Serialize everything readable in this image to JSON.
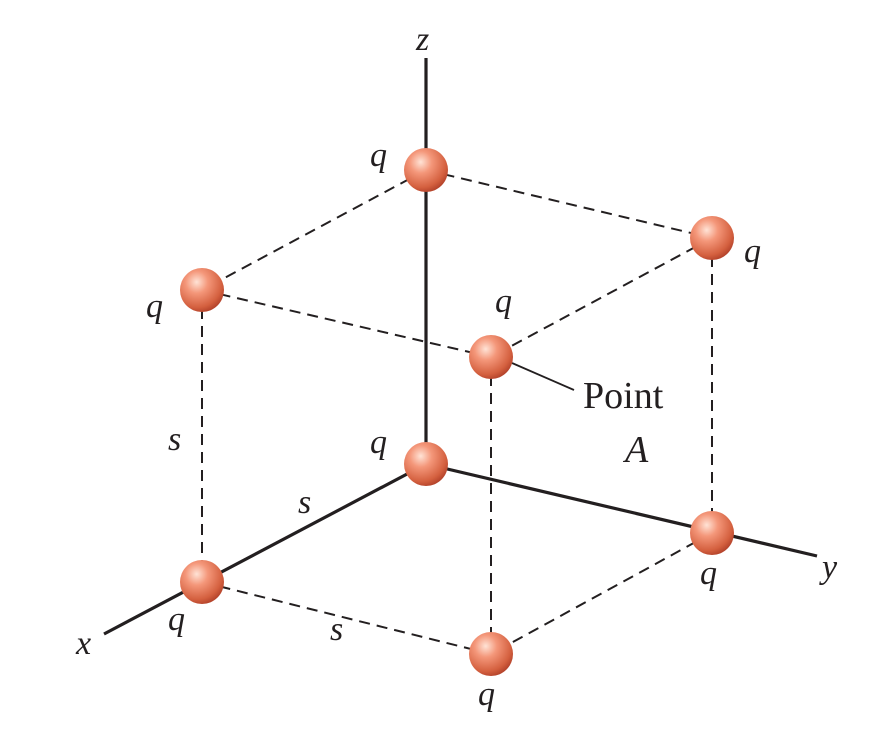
{
  "axes": {
    "x_label": "x",
    "y_label": "y",
    "z_label": "z"
  },
  "charge_label": "q",
  "side_label": "s",
  "point": {
    "line1": "Point",
    "line2": "A"
  },
  "colors": {
    "sphere_light": "#ffd9c8",
    "sphere_mid": "#f08a6c",
    "sphere_dark": "#b9442c",
    "ink": "#231f20"
  }
}
